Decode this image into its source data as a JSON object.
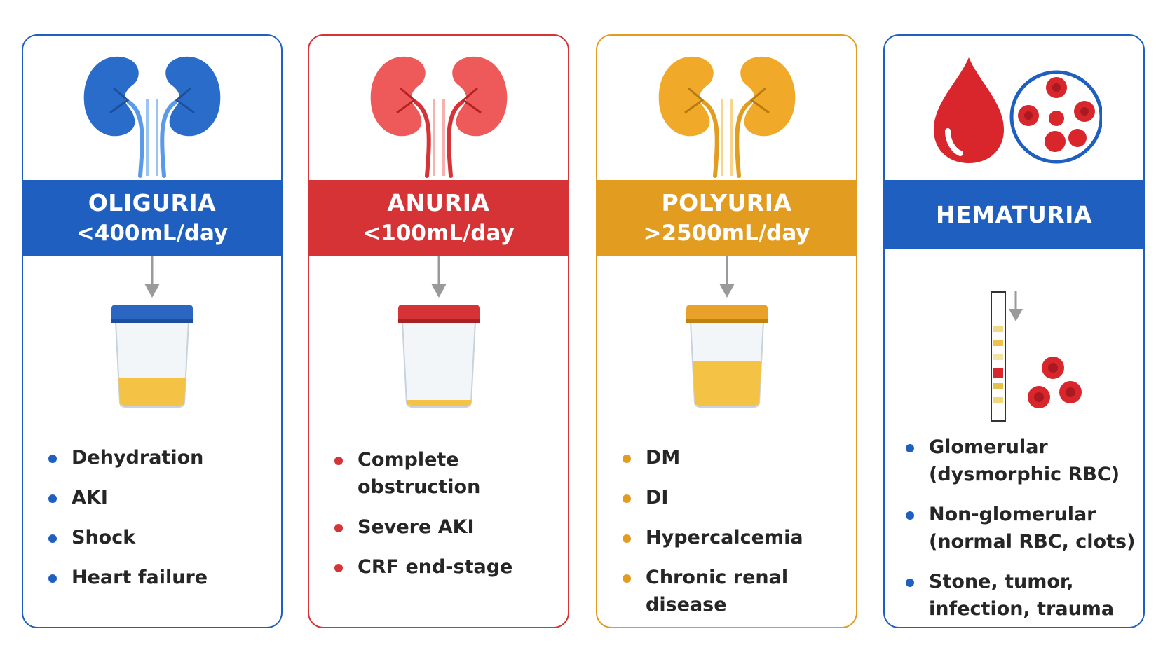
{
  "colors": {
    "blue": "#1f5fbf",
    "red": "#d63336",
    "yellow": "#e29c1f",
    "arrow_gray": "#9a9a9a",
    "urine": "#f4c244"
  },
  "cards": [
    {
      "icon": "kidney-icon",
      "title": "OLIGURIA",
      "subtitle": "<400mL/day",
      "items": [
        "Dehydration",
        "AKI",
        "Shock",
        "Heart failure"
      ],
      "urine_level": 0.25
    },
    {
      "icon": "kidney-icon",
      "title": "ANURIA",
      "subtitle": "<100mL/day",
      "items": [
        "Complete obstruction",
        "Severe AKI",
        "CRF end-stage"
      ],
      "urine_level": 0.04
    },
    {
      "icon": "kidney-icon",
      "title": "POLYURIA",
      "subtitle": ">2500mL/day",
      "items": [
        "DM",
        "DI",
        "Hypercalcemia",
        "Chronic renal disease"
      ],
      "urine_level": 0.45
    },
    {
      "icon": "blood-drop-icon",
      "title": "HEMATURIA",
      "items": [
        {
          "line1": "Glomerular",
          "line2": "(dysmorphic RBC)"
        },
        {
          "line1": "Non-glomerular",
          "line2": "(normal RBC, clots)"
        },
        {
          "line1": "Stone, tumor,",
          "line2": "infection, trauma"
        }
      ]
    }
  ]
}
